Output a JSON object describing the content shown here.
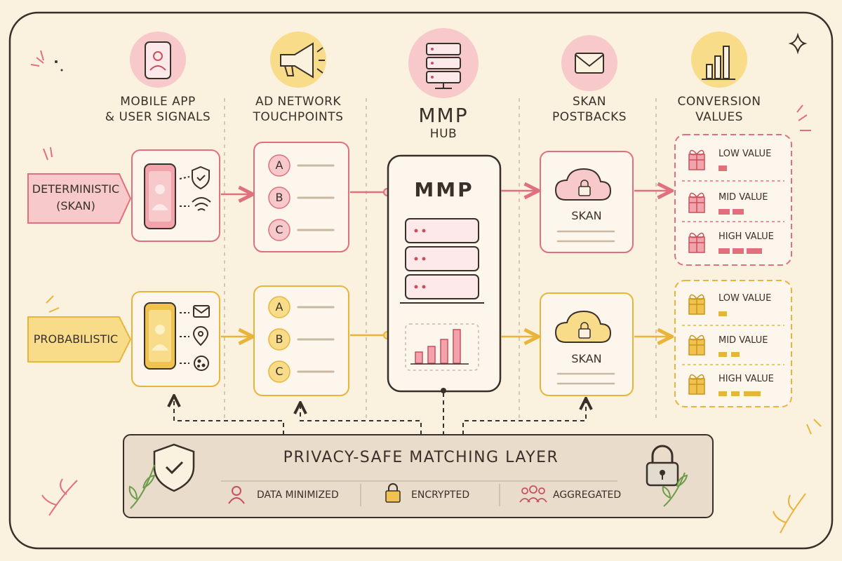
{
  "columns": [
    {
      "line1": "MOBILE APP",
      "line2": "& USER SIGNALS",
      "icon": "smartphone-user-icon"
    },
    {
      "line1": "AD NETWORK",
      "line2": "TOUCHPOINTS",
      "icon": "megaphone-icon"
    },
    {
      "line1": "MMP",
      "line2": "HUB",
      "icon": "server-icon"
    },
    {
      "line1": "SKAN",
      "line2": "POSTBACKS",
      "icon": "envelope-icon"
    },
    {
      "line1": "CONVERSION",
      "line2": "VALUES",
      "icon": "bar-chart-icon"
    }
  ],
  "rows": {
    "deterministic": {
      "line1": "DETERMINISTIC",
      "line2": "(SKAN)",
      "color": "#e0707c",
      "fill": "#f7c9cb"
    },
    "probabilistic": {
      "line1": "PROBABILISTIC",
      "color": "#e8b53a",
      "fill": "#f8dc8a"
    }
  },
  "touchpoints": [
    "A",
    "B",
    "C"
  ],
  "hub": {
    "title": "MMP"
  },
  "skan": {
    "label": "SKAN"
  },
  "tiers": [
    "LOW VALUE",
    "MID VALUE",
    "HIGH VALUE"
  ],
  "privacy": {
    "title": "PRIVACY-SAFE MATCHING LAYER",
    "items": [
      {
        "label": "DATA MINIMIZED",
        "icon": "user-icon"
      },
      {
        "label": "ENCRYPTED",
        "icon": "lock-icon"
      },
      {
        "label": "AGGREGATED",
        "icon": "group-icon"
      }
    ]
  },
  "colors": {
    "pink": "#e0707c",
    "yellow": "#e8b53a",
    "ink": "#3a302a",
    "paper": "#fbf1df"
  }
}
